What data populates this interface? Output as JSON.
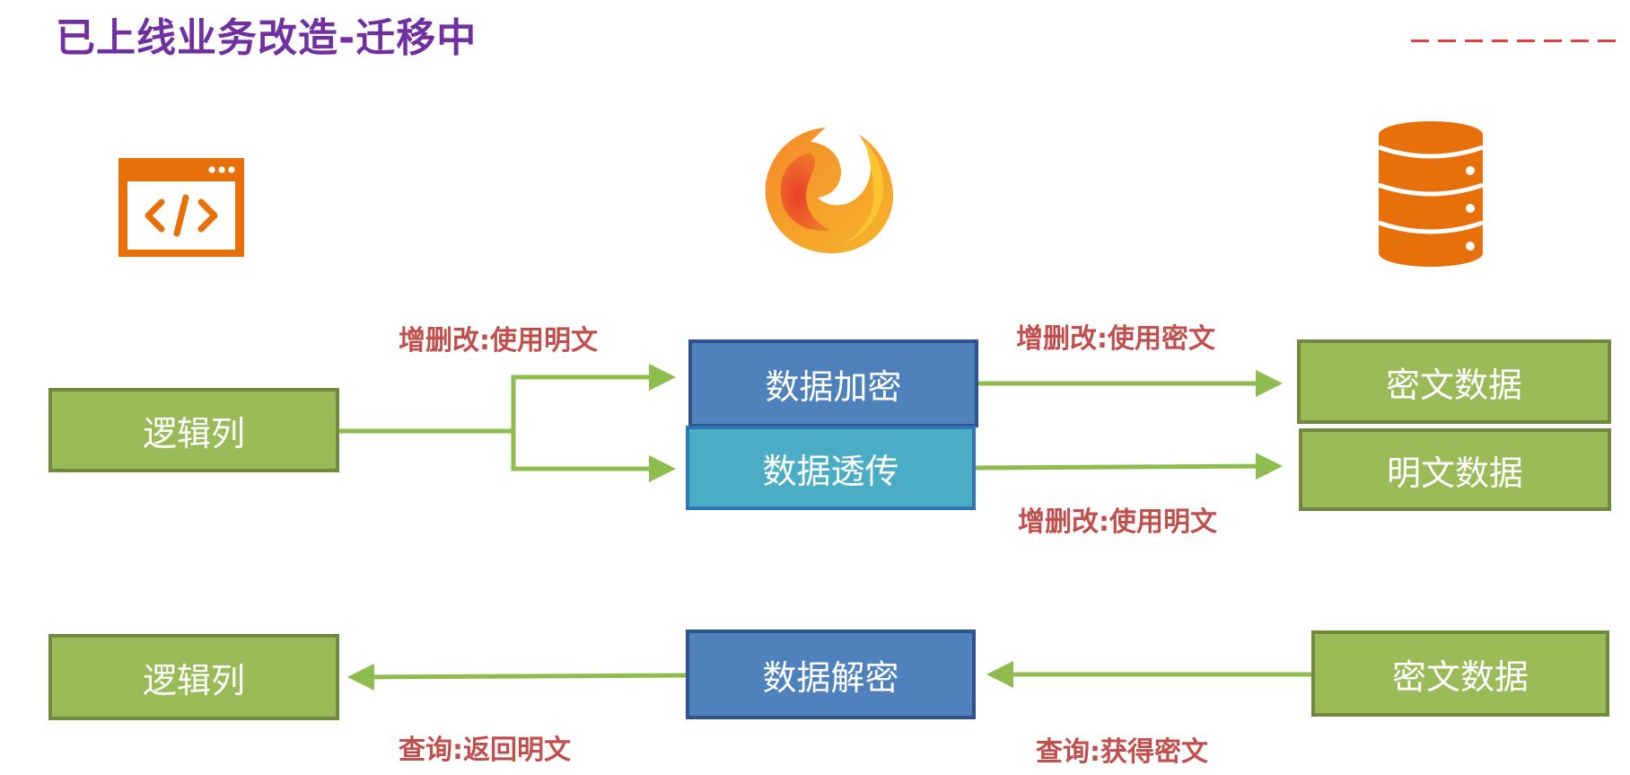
{
  "title": "已上线业务改造-迁移中",
  "boxes": {
    "logic_col_top": "逻辑列",
    "data_encrypt": "数据加密",
    "data_passthrough": "数据透传",
    "cipher_data_top": "密文数据",
    "plain_data": "明文数据",
    "logic_col_bottom": "逻辑列",
    "data_decrypt": "数据解密",
    "cipher_data_bottom": "密文数据"
  },
  "labels": {
    "crud_plain_left": "增删改:使用明文",
    "crud_cipher": "增删改:使用密文",
    "crud_plain_right": "增删改:使用明文",
    "query_return_plain": "查询:返回明文",
    "query_get_cipher": "查询:获得密文"
  },
  "icons": {
    "app": "code-window-icon",
    "middleware": "flame-logo-icon",
    "database": "database-icon"
  },
  "colors": {
    "title": "#7030a0",
    "box_green": "#9bbb59",
    "box_blue": "#4f81bd",
    "box_teal": "#4bacc6",
    "arrow": "#8fbc4f",
    "label": "#c0504d",
    "icon_orange": "#e8700a"
  }
}
